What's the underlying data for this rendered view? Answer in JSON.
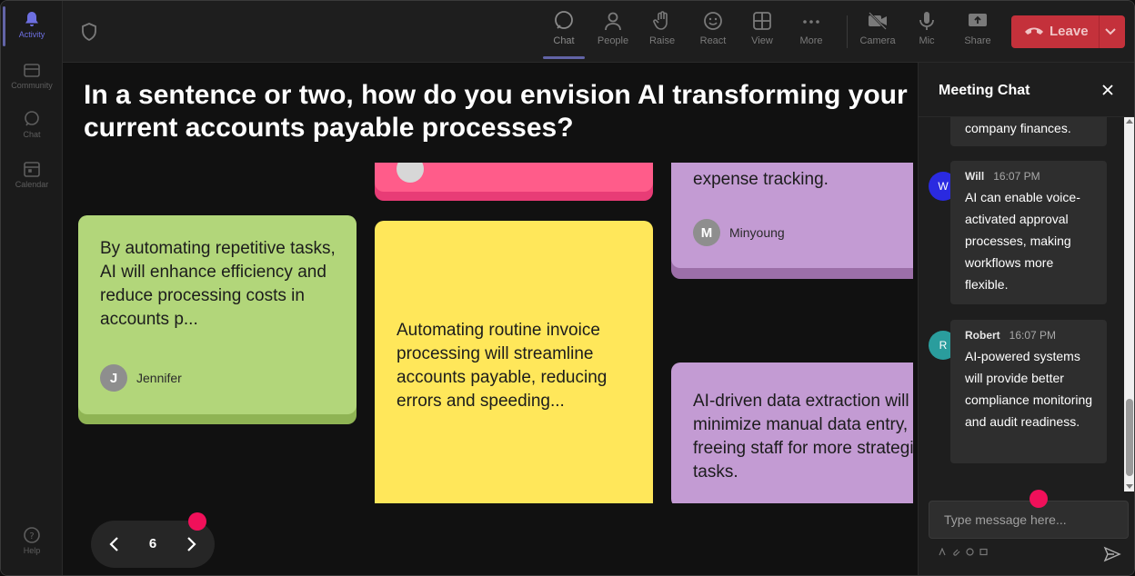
{
  "rail": {
    "items": [
      {
        "label": "Activity",
        "icon": "bell-icon"
      },
      {
        "label": "Community",
        "icon": "community-icon"
      },
      {
        "label": "Chat",
        "icon": "chat-icon"
      },
      {
        "label": "Calendar",
        "icon": "calendar-icon"
      }
    ],
    "help_label": "Help"
  },
  "toolbar": {
    "chat_label": "Chat",
    "people_label": "People",
    "raise_label": "Raise",
    "react_label": "React",
    "view_label": "View",
    "more_label": "More",
    "camera_label": "Camera",
    "mic_label": "Mic",
    "share_label": "Share",
    "leave_label": "Leave"
  },
  "question": {
    "line1": "In a sentence or two, how do you envision AI transforming your",
    "line2": "current accounts payable processes?"
  },
  "notes": [
    {
      "color": "#ff5c8a",
      "text": "",
      "author": ""
    },
    {
      "color": "#c39bd3",
      "text": "expense tracking.",
      "author": "Minyoung",
      "initial": "M"
    },
    {
      "color": "#b2d67a",
      "text": "By automating repetitive tasks, AI will enhance efficiency and reduce processing costs in accounts p...",
      "author": "Jennifer",
      "initial": "J"
    },
    {
      "color": "#ffe75a",
      "text": "Automating routine invoice processing will streamline accounts payable, reducing errors and speeding...",
      "author": ""
    },
    {
      "color": "#c39bd3",
      "text": "AI-driven data extraction will minimize manual data entry, freeing staff for more strategic tasks.",
      "author": ""
    }
  ],
  "pager": {
    "page": "6"
  },
  "chat": {
    "title": "Meeting Chat",
    "messages": [
      {
        "author": "",
        "time": "",
        "text": "company finances."
      },
      {
        "author": "Will",
        "initial": "W",
        "time": "16:07 PM",
        "text": "AI can enable voice-activated approval processes, making workflows more flexible.",
        "avatar_color": "#2a2ae0"
      },
      {
        "author": "Robert",
        "initial": "R",
        "time": "16:07 PM",
        "text": "AI-powered systems will provide better compliance monitoring and audit readiness.",
        "avatar_color": "#2a9d9d"
      }
    ],
    "input_placeholder": "Type message here..."
  }
}
